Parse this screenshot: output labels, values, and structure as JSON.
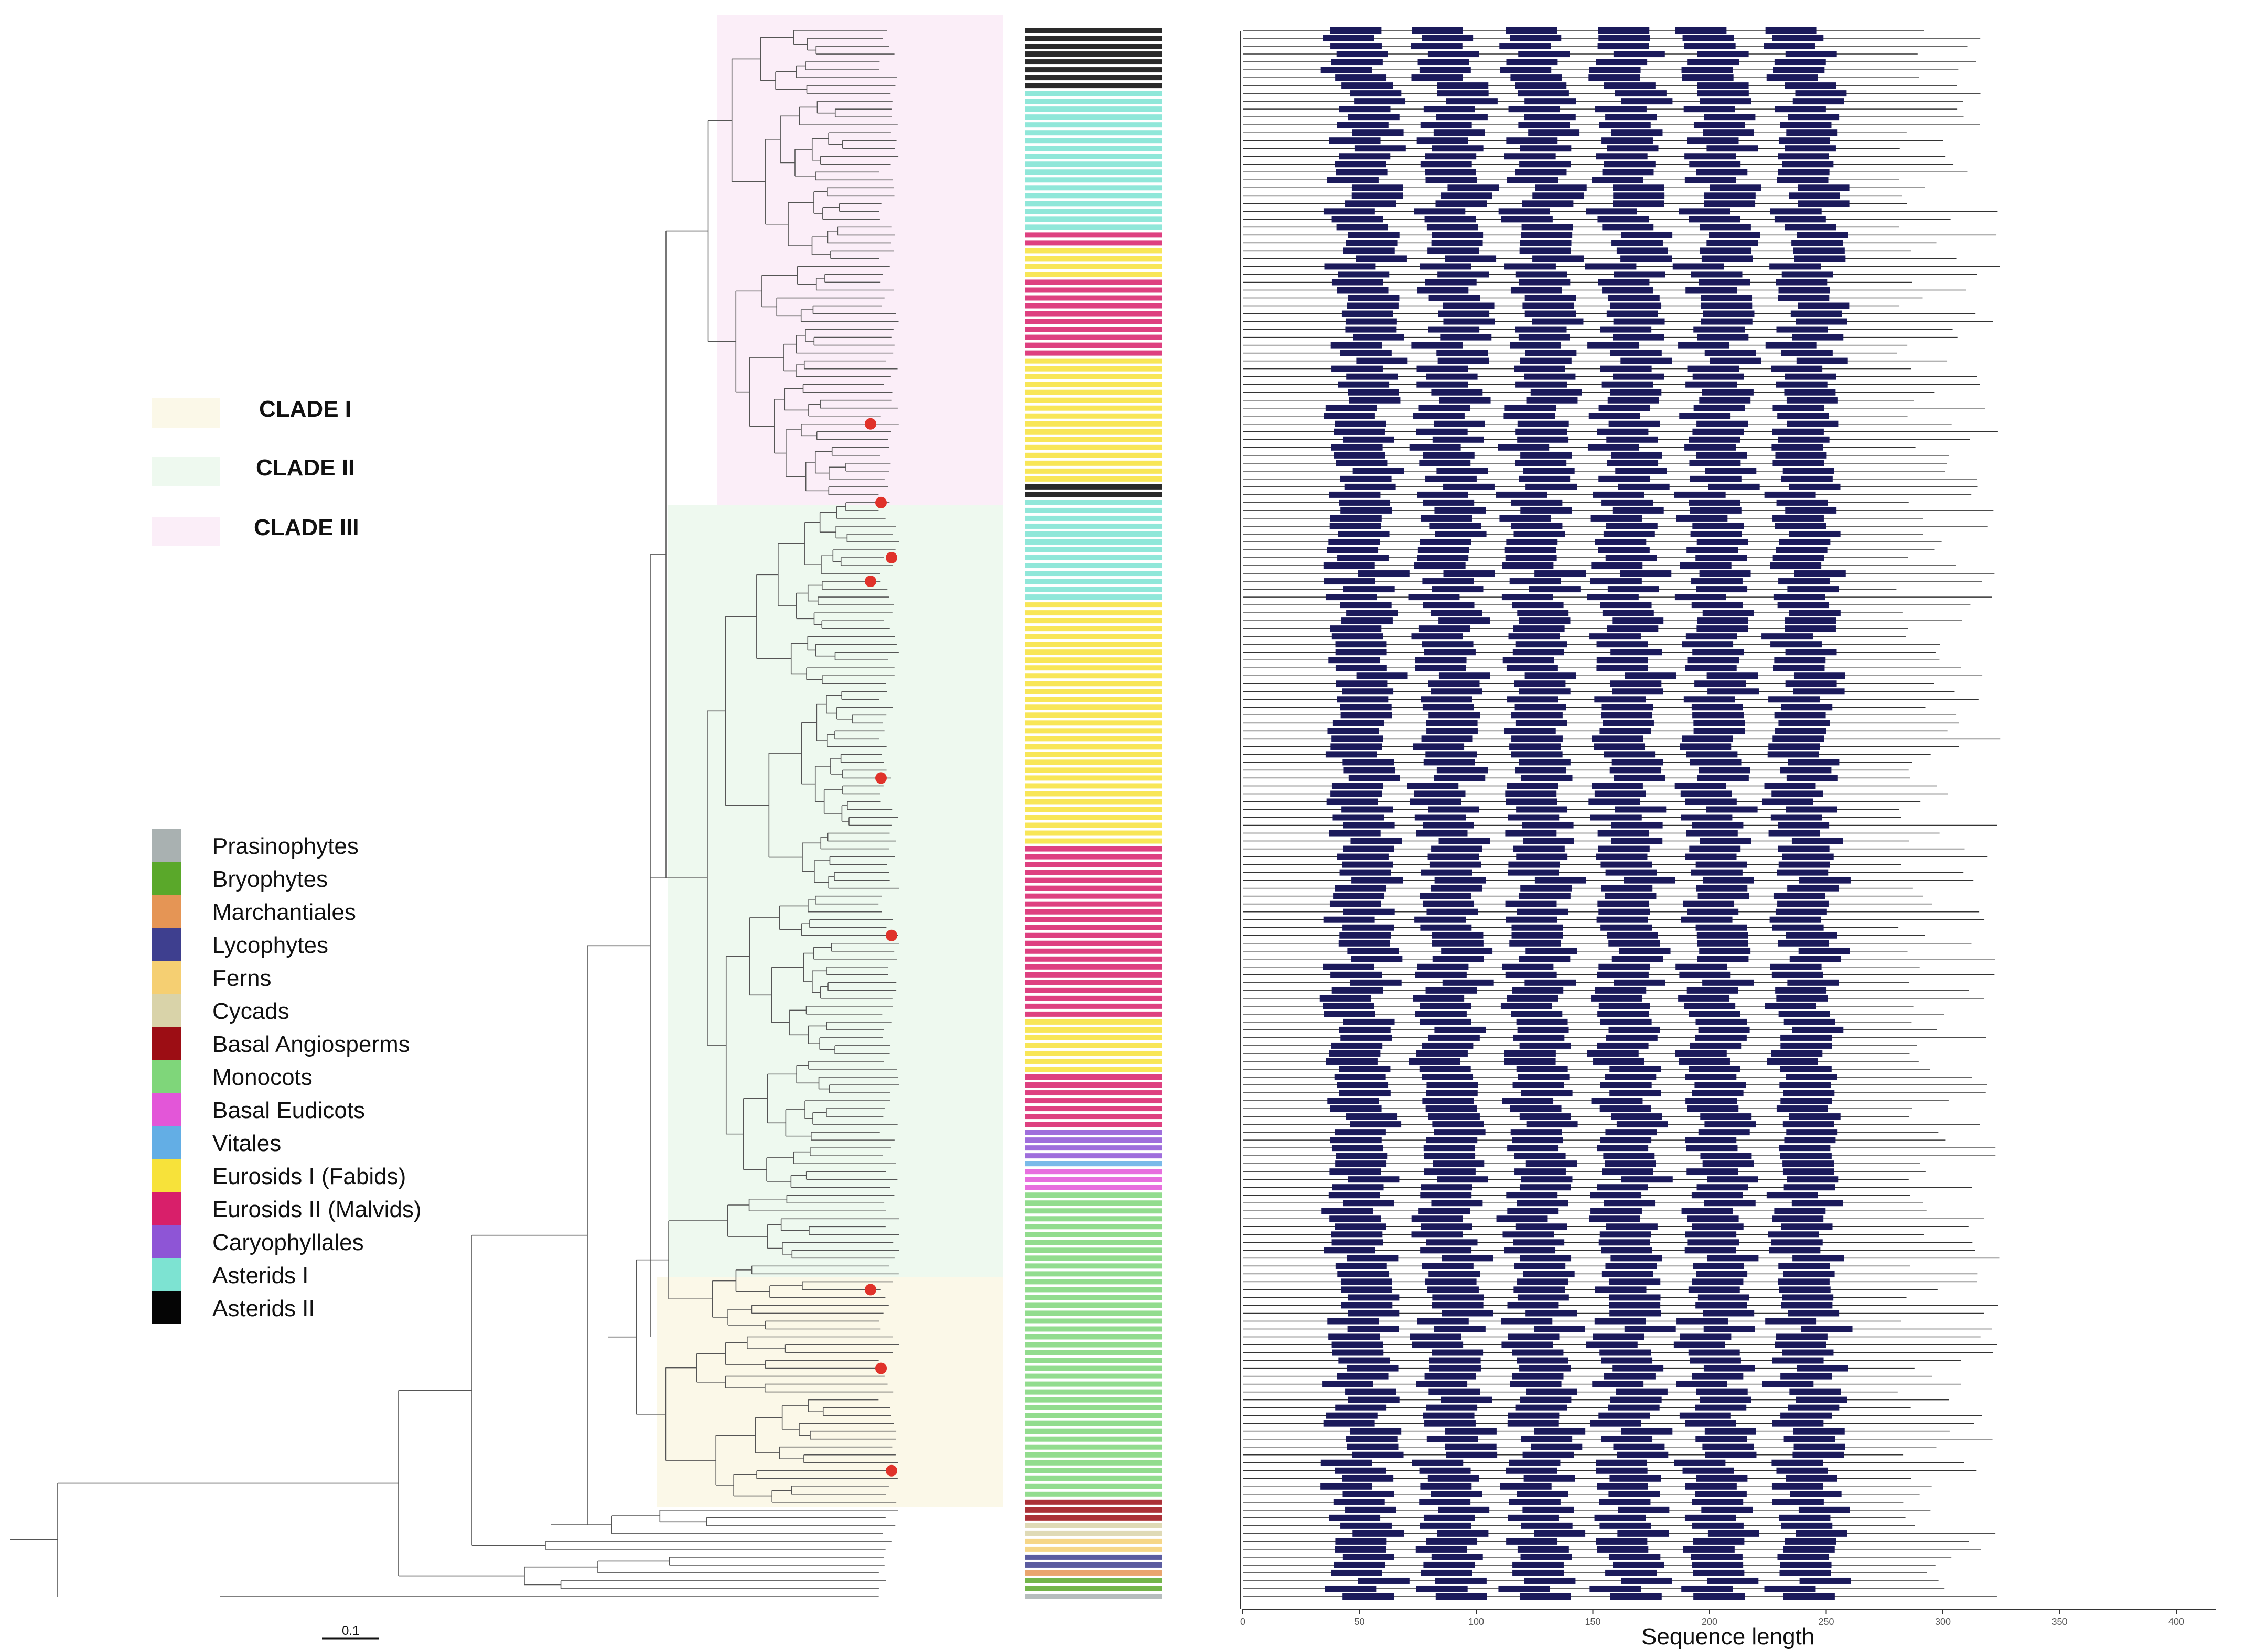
{
  "clade_legend": [
    {
      "label": "CLADE I",
      "color": "#fbf8e8"
    },
    {
      "label": "CLADE II",
      "color": "#eef9ef"
    },
    {
      "label": "CLADE III",
      "color": "#fbeef8"
    }
  ],
  "taxon_legend": [
    {
      "label": "Prasinophytes",
      "color": "#a9b1b1"
    },
    {
      "label": "Bryophytes",
      "color": "#5aa82a"
    },
    {
      "label": "Marchantiales",
      "color": "#e59555"
    },
    {
      "label": "Lycophytes",
      "color": "#3e3f8f"
    },
    {
      "label": "Ferns",
      "color": "#f5cf72"
    },
    {
      "label": "Cycads",
      "color": "#d9d3a9"
    },
    {
      "label": "Basal Angiosperms",
      "color": "#9c0d14"
    },
    {
      "label": "Monocots",
      "color": "#7fd67a"
    },
    {
      "label": "Basal Eudicots",
      "color": "#e356d8"
    },
    {
      "label": "Vitales",
      "color": "#63aee5"
    },
    {
      "label": "Eurosids I (Fabids)",
      "color": "#f7e23a"
    },
    {
      "label": "Eurosids II (Malvids)",
      "color": "#d81f6a"
    },
    {
      "label": "Caryophyllales",
      "color": "#8e55d6"
    },
    {
      "label": "Asterids I",
      "color": "#7de3d2"
    },
    {
      "label": "Asterids II",
      "color": "#050505"
    }
  ],
  "scale_bar": {
    "label": "0.1"
  },
  "domain_axis": {
    "title": "Sequence length",
    "ticks": [
      "0",
      "50",
      "100",
      "150",
      "200",
      "250",
      "300",
      "350",
      "400"
    ],
    "domain_color": "#1b1a5b"
  }
}
